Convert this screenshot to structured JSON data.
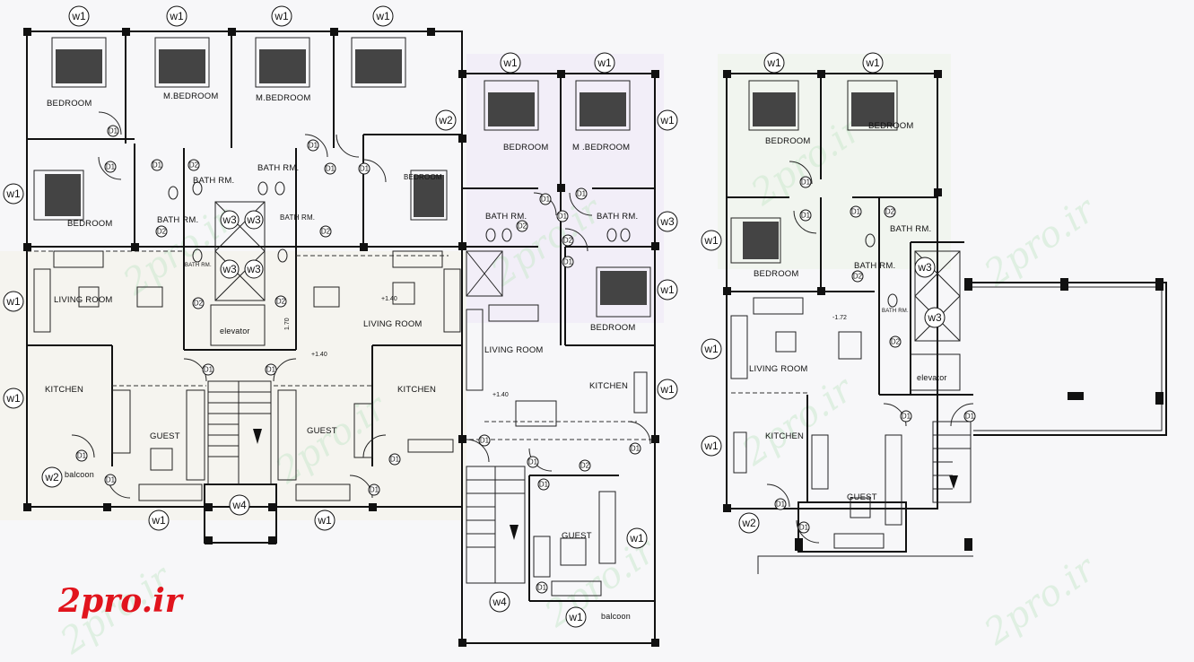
{
  "brand": {
    "logo_text": "2pro.ir",
    "color": "#e1141d"
  },
  "watermark": {
    "text": "2pro.ir",
    "color": "#cde9d0"
  },
  "room_labels": {
    "bedroom": "BEDROOM",
    "m_bedroom": "M.BEDROOM",
    "m_bedroom_spaced": "M .BEDROOM",
    "bath_rm": "BATH RM.",
    "bath_rm_compact": "BATH RM.",
    "bath_small": "BATH RM.",
    "living_room_upper": "LIVING ROOM",
    "living_room": "LIVING ROOM",
    "kitchen": "KITCHEN",
    "guest": "GUEST",
    "elevator": "elevator",
    "balcoon": "balcoon"
  },
  "window_tags": {
    "w1": "w1",
    "w2": "w2",
    "w3": "w3",
    "w4": "w4"
  },
  "door_tags": {
    "d1": "D1",
    "d2": "D2"
  },
  "levels": {
    "plus_140": "+1.40",
    "minus_172": "-1.72",
    "dim_170": "1.70"
  },
  "icons": [
    "bed-icon",
    "toilet-icon",
    "dining-table-icon",
    "sofa-icon",
    "stair-icon",
    "door-swing-icon"
  ]
}
